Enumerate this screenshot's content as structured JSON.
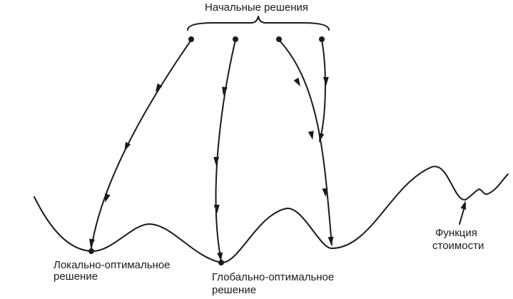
{
  "diagram": {
    "title": "Начальные решения",
    "labels": {
      "local_line1": "Локально-оптимальное",
      "local_line2": "решение",
      "global_line1": "Глобально-оптимальное",
      "global_line2": "решение",
      "cost_line1": "Функция",
      "cost_line2": "стоимости"
    }
  }
}
